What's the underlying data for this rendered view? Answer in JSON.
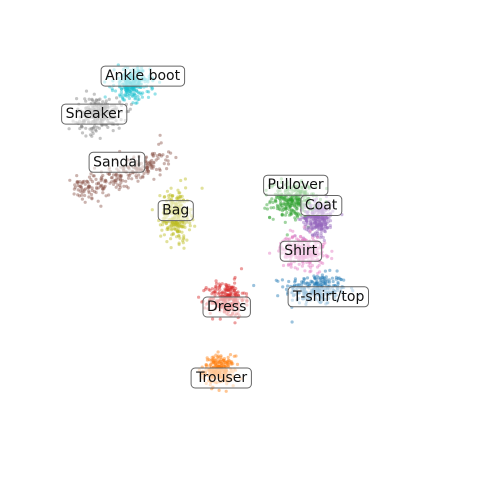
{
  "chart_data": {
    "type": "scatter",
    "title": "",
    "xlabel": "",
    "ylabel": "",
    "axes_visible": false,
    "grid": false,
    "legend": "none",
    "xlim": [
      -40,
      40
    ],
    "ylim": [
      -40,
      40
    ],
    "clusters": [
      {
        "name": "T-shirt/top",
        "color": "#1f77b4",
        "center": [
          14.5,
          -9.5
        ],
        "spread": [
          5.5,
          2.8
        ],
        "shape": "blob"
      },
      {
        "name": "Trouser",
        "color": "#ff7f0e",
        "center": [
          -4.5,
          -25.5
        ],
        "spread": [
          2.8,
          2.6
        ],
        "shape": "blob"
      },
      {
        "name": "Pullover",
        "color": "#2ca02c",
        "center": [
          10.0,
          8.0
        ],
        "spread": [
          4.0,
          3.2
        ],
        "shape": "blob"
      },
      {
        "name": "Dress",
        "color": "#d62728",
        "center": [
          -3.0,
          -11.5
        ],
        "spread": [
          3.2,
          3.2
        ],
        "shape": "blob"
      },
      {
        "name": "Coat",
        "color": "#9467bd",
        "center": [
          15.0,
          4.5
        ],
        "spread": [
          2.6,
          3.0
        ],
        "shape": "blob"
      },
      {
        "name": "Sandal",
        "color": "#8c564b",
        "center": [
          -24.0,
          13.0
        ],
        "spread": [
          9.0,
          2.2
        ],
        "shape": "diagonal"
      },
      {
        "name": "Shirt",
        "color": "#e377c2",
        "center": [
          12.0,
          -2.0
        ],
        "spread": [
          4.0,
          3.0
        ],
        "shape": "blob"
      },
      {
        "name": "Sneaker",
        "color": "#7f7f7f",
        "center": [
          -28.0,
          25.0
        ],
        "spread": [
          4.0,
          3.0
        ],
        "shape": "blob"
      },
      {
        "name": "Bag",
        "color": "#bcbd22",
        "center": [
          -13.0,
          5.0
        ],
        "spread": [
          2.6,
          4.5
        ],
        "shape": "blob"
      },
      {
        "name": "Ankle boot",
        "color": "#17becf",
        "center": [
          -21.5,
          31.0
        ],
        "spread": [
          3.2,
          2.8
        ],
        "shape": "blob"
      }
    ],
    "labels": [
      {
        "text": "Ankle boot",
        "x": -19.5,
        "y": 32.5
      },
      {
        "text": "Sneaker",
        "x": -29.0,
        "y": 25.0
      },
      {
        "text": "Sandal",
        "x": -24.5,
        "y": 15.5
      },
      {
        "text": "Bag",
        "x": -13.0,
        "y": 6.0
      },
      {
        "text": "Pullover",
        "x": 10.5,
        "y": 11.0
      },
      {
        "text": "Coat",
        "x": 15.5,
        "y": 7.0
      },
      {
        "text": "Shirt",
        "x": 11.5,
        "y": -2.0
      },
      {
        "text": "T-shirt/top",
        "x": 17.0,
        "y": -11.0
      },
      {
        "text": "Dress",
        "x": -3.0,
        "y": -13.0
      },
      {
        "text": "Trouser",
        "x": -4.0,
        "y": -27.0
      }
    ]
  }
}
